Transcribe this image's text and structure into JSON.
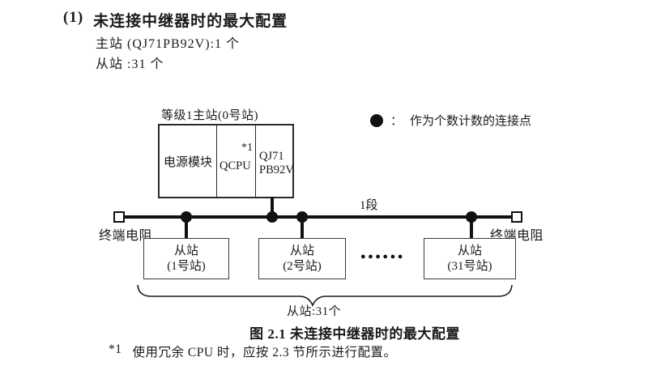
{
  "header": {
    "number": "(1)",
    "title": "未连接中继器时的最大配置",
    "master_line": "主站 (QJ71PB92V):1 个",
    "slave_line": "从站 :31 个"
  },
  "diagram": {
    "master": {
      "label": "等级1主站(0号站)",
      "cells": {
        "power": "电源模块",
        "cpu": "QCPU",
        "cpu_note": "*1",
        "pb_line1": "QJ71",
        "pb_line2": "PB92V"
      }
    },
    "legend": {
      "separator": "：",
      "text": "作为个数计数的连接点"
    },
    "bus": {
      "segment_label": "1段",
      "terminator_left_label": "终端电阻",
      "terminator_right_label": "终端电阻"
    },
    "slaves": {
      "s1": {
        "line1": "从站",
        "line2": "(1号站)"
      },
      "s2": {
        "line1": "从站",
        "line2": "(2号站)"
      },
      "s31": {
        "line1": "从站",
        "line2": "(31号站)"
      }
    },
    "ellipsis": "●●●●●●",
    "brace_label": "从站:31个"
  },
  "caption": "图 2.1 未连接中继器时的最大配置",
  "footnote": {
    "marker": "*1",
    "text": "使用冗余 CPU 时，应按 2.3 节所示进行配置。"
  },
  "colors": {
    "ink": "#1a1a1a",
    "line": "#111111",
    "background": "#ffffff"
  }
}
